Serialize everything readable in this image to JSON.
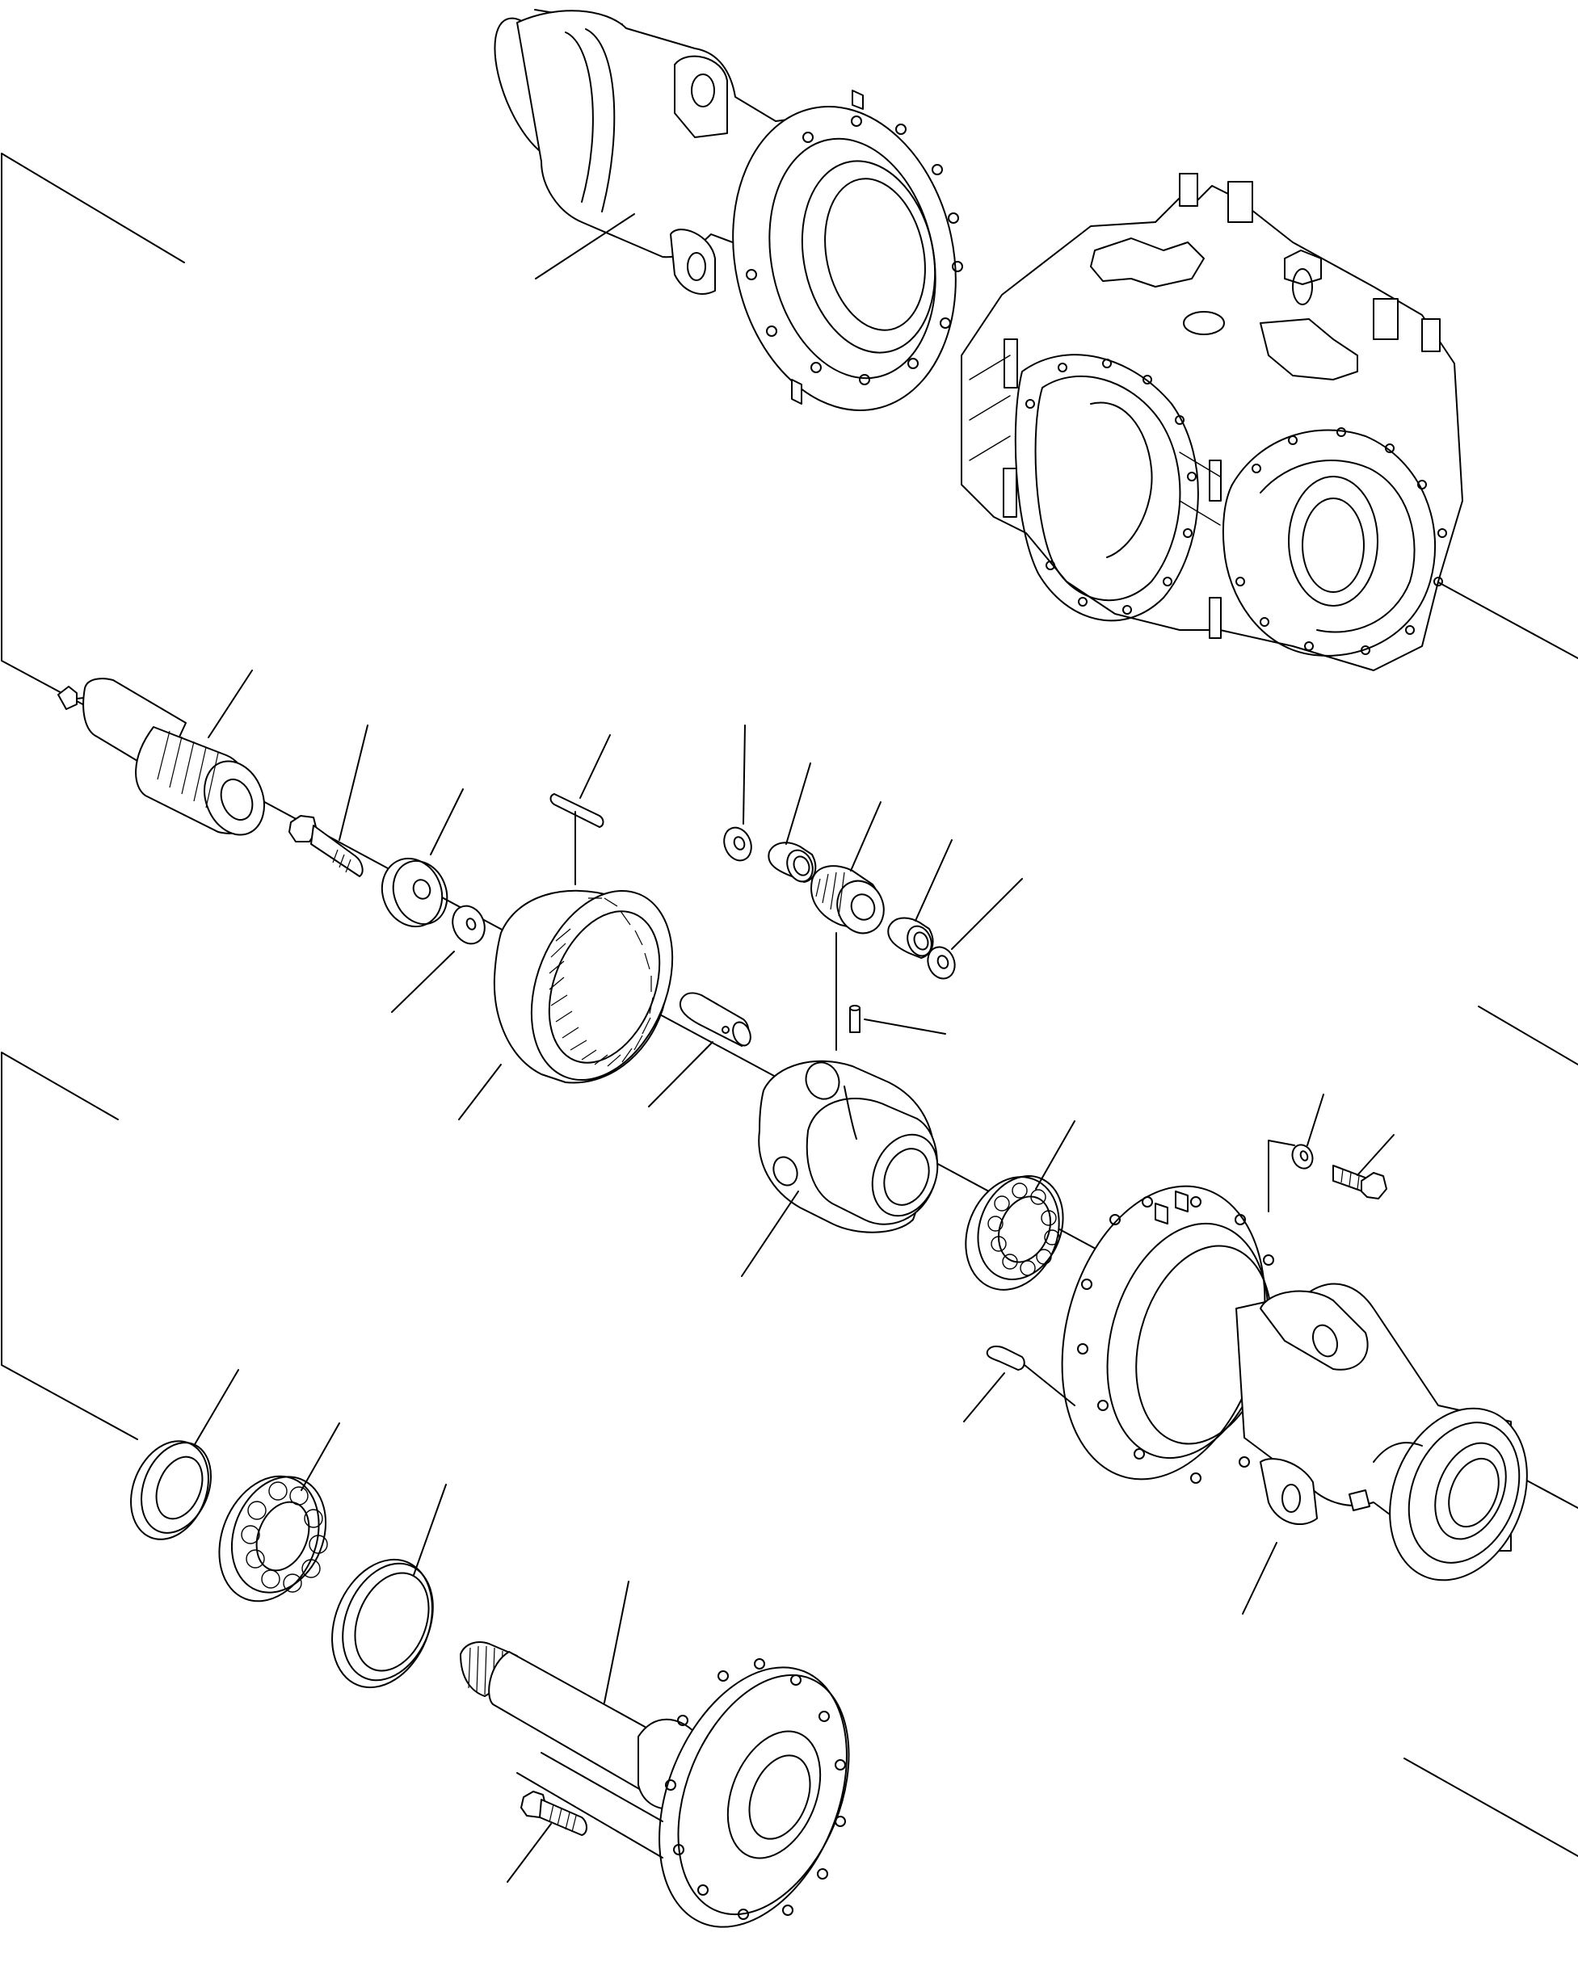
{
  "diagram": {
    "type": "exploded-parts-view",
    "labels": [],
    "line_color": "#000000",
    "background": "#ffffff",
    "parts": [
      "axle-housing-upper",
      "differential-housing",
      "pinion-shaft",
      "bolt",
      "thrust-washer",
      "thin-washer",
      "pin",
      "ring-gear",
      "small-washer",
      "bushing",
      "pinion-gear",
      "bushing",
      "washer",
      "cross-shaft",
      "lock-pin",
      "differential-case",
      "taper-bearing",
      "small-washer",
      "hex-bolt",
      "axle-housing-lower",
      "dowel-pin",
      "seal",
      "ball-bearing",
      "retainer-ring",
      "axle-shaft",
      "stud-bolt"
    ]
  }
}
